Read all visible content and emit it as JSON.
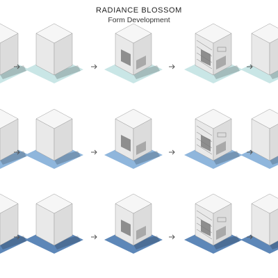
{
  "title": "RADIANCE BLOSSOM",
  "subtitle": "Form Development",
  "colors": {
    "row1_base": "#c9e6e6",
    "row2_base": "#8fb6dc",
    "row3_base": "#5d87b8",
    "top": "#f6f6f6",
    "left": "#e9e9e9",
    "right": "#dcdcdc",
    "edge": "#9a9a9a",
    "arrow": "#555555"
  },
  "rows": [
    {
      "steps": [
        "partial",
        "mass",
        "void",
        "detailed",
        "partial"
      ]
    },
    {
      "steps": [
        "partial",
        "mass",
        "void",
        "detailed",
        "partial"
      ]
    },
    {
      "steps": [
        "partial",
        "mass",
        "void",
        "detailed",
        "partial"
      ]
    }
  ],
  "arrow_icon": "right-arrow-icon"
}
